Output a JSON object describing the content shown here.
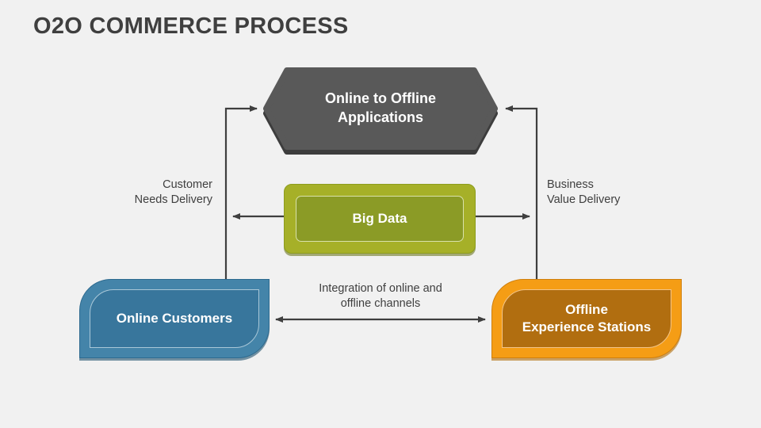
{
  "slide": {
    "title": "O2O COMMERCE PROCESS"
  },
  "colors": {
    "background": "#f1f1f1",
    "text_dark": "#3f3f3f",
    "arrow": "#3f3f3f",
    "hexagon_fill": "#595959",
    "hexagon_shadow": "#3d3d3d",
    "big_data_outer": "#a6b028",
    "big_data_inner": "#8b9b26",
    "online_customers_outer": "#4484a9",
    "online_customers_inner": "#38769c",
    "offline_stations_outer": "#f59d15",
    "offline_stations_inner": "#b16e10",
    "node_text": "#ffffff"
  },
  "nodes": {
    "applications": {
      "line1": "Online to Offline",
      "line2": "Applications"
    },
    "big_data": {
      "label": "Big Data"
    },
    "online_customers": {
      "label": "Online Customers"
    },
    "offline_stations": {
      "line1": "Offline",
      "line2": "Experience Stations"
    }
  },
  "edge_labels": {
    "customer_needs": {
      "line1": "Customer",
      "line2": "Needs Delivery"
    },
    "business_value": {
      "line1": "Business",
      "line2": "Value Delivery"
    },
    "integration": {
      "line1": "Integration of online and",
      "line2": "offline channels"
    }
  }
}
